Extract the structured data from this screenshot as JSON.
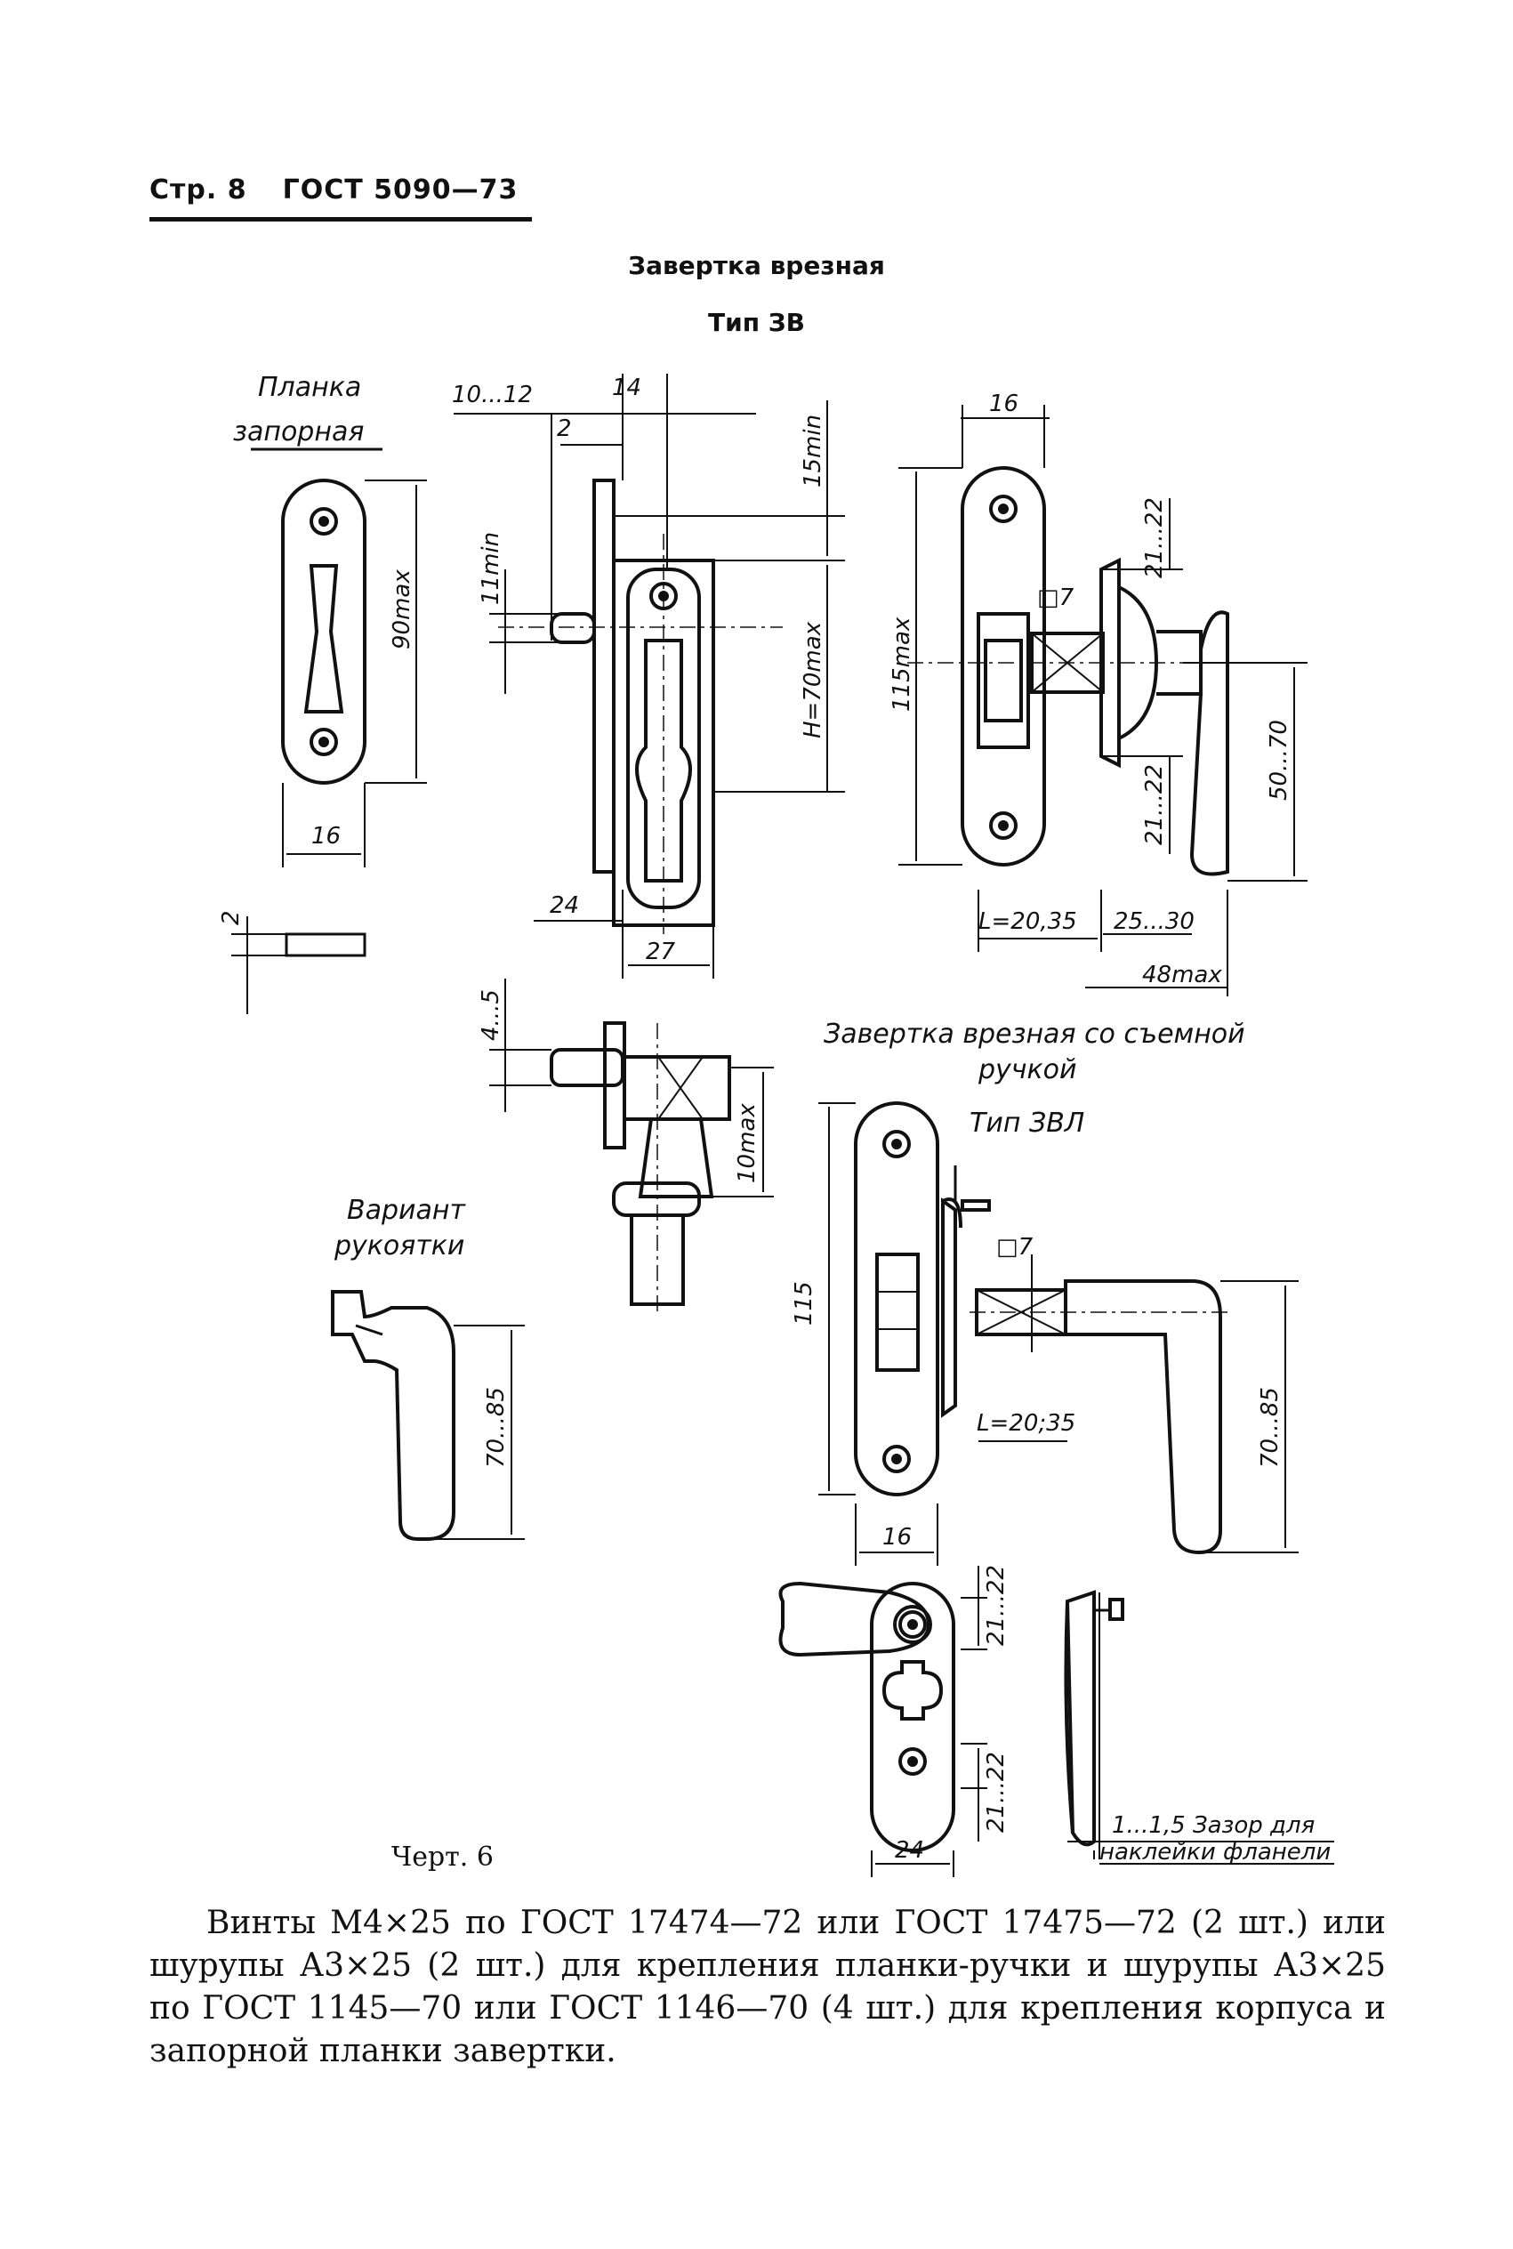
{
  "header": {
    "page": "Стр. 8",
    "standard": "ГОСТ 5090—73"
  },
  "title": {
    "main": "Завертка врезная",
    "type": "Тип ЗВ"
  },
  "labels": {
    "strike_plate": [
      "Планка",
      "запорная"
    ],
    "removable_title": [
      "Завертка врезная со съемной",
      "ручкой"
    ],
    "removable_type": "Тип ЗВЛ",
    "handle_variant": [
      "Вариант",
      "рукоятки"
    ],
    "gap_note": [
      "1...1,5 Зазор для",
      "наклейки фланели"
    ]
  },
  "dimensions": {
    "d_10_12": "10...12",
    "d_14": "14",
    "d_2_top": "2",
    "d_15min": "15min",
    "d_11min": "11min",
    "d_h70max": "H=70max",
    "d_24": "24",
    "d_27": "27",
    "d_90max": "90max",
    "d_16_plate": "16",
    "d_2_side": "2",
    "d_16_top": "16",
    "d_115max": "115max",
    "d_sq7_a": "□7",
    "d_21_22_a": "21...22",
    "d_21_22_b": "21...22",
    "d_50_70": "50...70",
    "d_l2035": "L=20,35",
    "d_25_30": "25...30",
    "d_48max": "48max",
    "d_4_5": "4...5",
    "d_10max": "10max",
    "d_115": "115",
    "d_sq7_b": "□7",
    "d_l2035b": "L=20;35",
    "d_70_85_a": "70...85",
    "d_70_85_b": "70...85",
    "d_16_bottom": "16",
    "d_21_22_c": "21...22",
    "d_21_22_d": "21...22",
    "d_24_bottom": "24"
  },
  "caption": "Черт. 6",
  "body": "Винты М4×25 по ГОСТ 17474—72 или ГОСТ 17475—72 (2 шт.) или шурупы А3×25 (2 шт.) для крепления планки-ручки и шурупы А3×25 по ГОСТ 1145—70 или ГОСТ 1146—70 (4 шт.) для крепления корпуса и запорной планки завертки."
}
